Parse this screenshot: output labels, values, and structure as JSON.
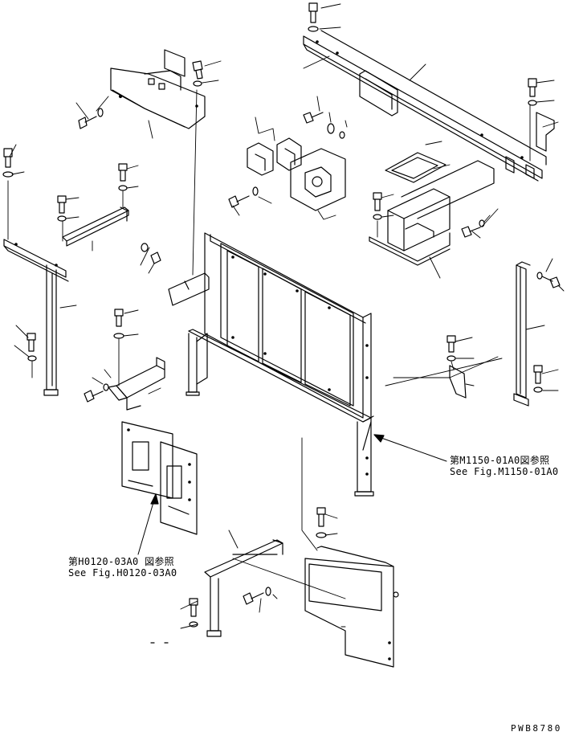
{
  "diagram": {
    "type": "exploded parts diagram",
    "line_color": "#000000",
    "background": "#ffffff"
  },
  "references": {
    "m1150": {
      "ja": "第M1150-01A0図参照",
      "en": "See Fig.M1150-01A0"
    },
    "h0120": {
      "ja": "第H0120-03A0 図参照",
      "en": "See Fig.H0120-03A0"
    }
  },
  "drawing_id": "PWB8780"
}
